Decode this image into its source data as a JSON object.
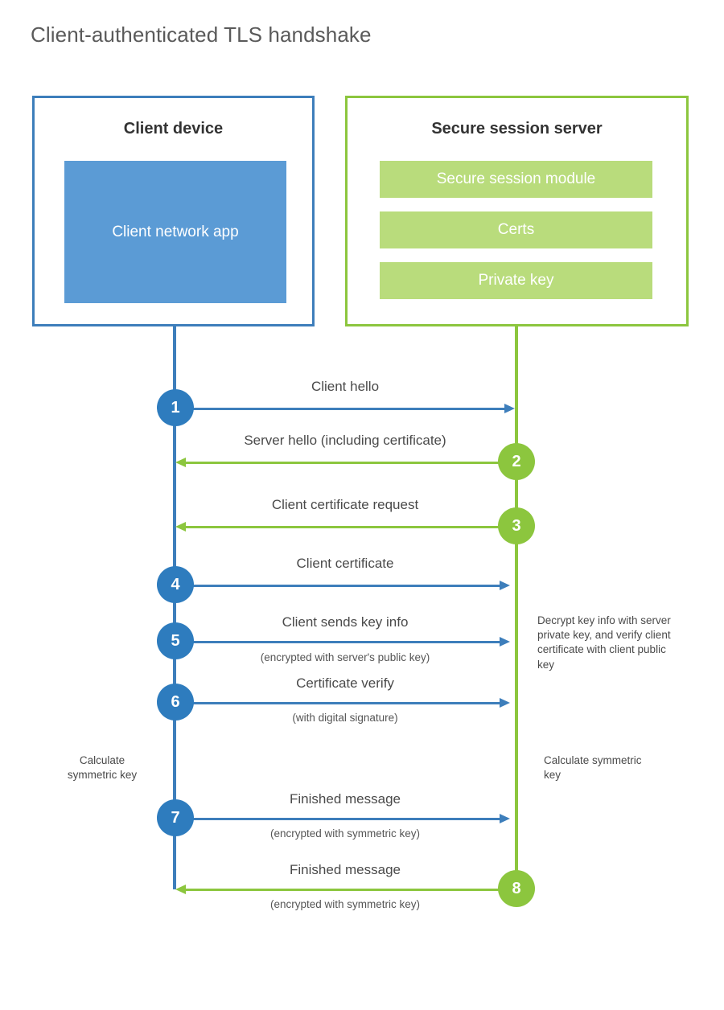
{
  "title": "Client-authenticated TLS handshake",
  "colors": {
    "client_accent": "#3d7ebb",
    "client_badge": "#2e7cbe",
    "client_app_fill": "#5b9bd5",
    "server_accent": "#8cc63e",
    "server_bar_fill": "#b9dc7c",
    "text": "#4a4a4a",
    "background": "#ffffff"
  },
  "actors": {
    "client": {
      "title": "Client device",
      "app_label": "Client network app"
    },
    "server": {
      "title": "Secure session server",
      "components": [
        "Secure session module",
        "Certs",
        "Private key"
      ]
    }
  },
  "messages": [
    {
      "step": "1",
      "label": "Client hello",
      "sublabel": "",
      "direction": "client-to-server",
      "origin": "client"
    },
    {
      "step": "2",
      "label": "Server hello (including certificate)",
      "sublabel": "",
      "direction": "server-to-client",
      "origin": "server"
    },
    {
      "step": "3",
      "label": "Client certificate request",
      "sublabel": "",
      "direction": "server-to-client",
      "origin": "server"
    },
    {
      "step": "4",
      "label": "Client certificate",
      "sublabel": "",
      "direction": "client-to-server",
      "origin": "client"
    },
    {
      "step": "5",
      "label": "Client sends key info",
      "sublabel": "(encrypted with server's public key)",
      "direction": "client-to-server",
      "origin": "client"
    },
    {
      "step": "6",
      "label": "Certificate verify",
      "sublabel": "(with digital signature)",
      "direction": "client-to-server",
      "origin": "client"
    },
    {
      "step": "7",
      "label": "Finished message",
      "sublabel": "(encrypted with symmetric key)",
      "direction": "client-to-server",
      "origin": "client"
    },
    {
      "step": "8",
      "label": "Finished message",
      "sublabel": "(encrypted with symmetric key)",
      "direction": "server-to-client",
      "origin": "server"
    }
  ],
  "notes": {
    "server_decrypt": "Decrypt key info with server private key, and verify client certificate with client public key",
    "client_calculate": "Calculate symmetric key",
    "server_calculate": "Calculate symmetric key"
  }
}
